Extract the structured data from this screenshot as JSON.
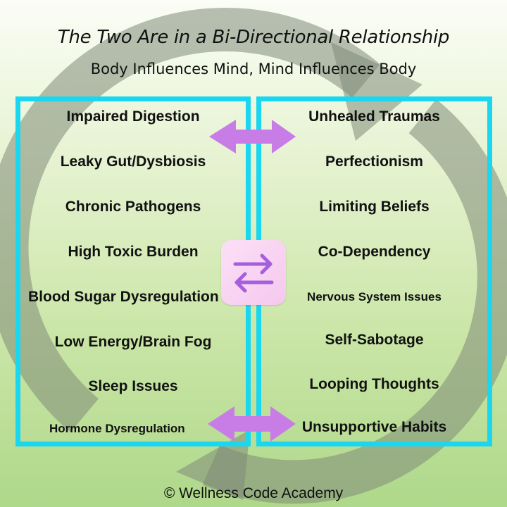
{
  "title": "The Two Are in a Bi-Directional Relationship",
  "subtitle": "Body Influences Mind, Mind Influences Body",
  "body_items": [
    "Impaired Digestion",
    "Leaky Gut/Dysbiosis",
    "Chronic Pathogens",
    "High Toxic Burden",
    "Blood Sugar Dysregulation",
    "Low Energy/Brain Fog",
    "Sleep Issues",
    "Hormone Dysregulation"
  ],
  "mind_items": [
    "Unhealed Traumas",
    "Perfectionism",
    "Limiting Beliefs",
    "Co-Dependency",
    "Nervous System Issues",
    "Self-Sabotage",
    "Looping Thoughts",
    "Unsupportive Habits"
  ],
  "credit": "© Wellness Code Academy",
  "colors": {
    "panel_border": "#19d7f0",
    "arrow": "#c77ce6",
    "cycle_arrow": "#8c8c8c",
    "swap_badge": "#f8d3f1",
    "swap_arrows": "#a55fdd"
  },
  "icons": [
    "cycle-arrow-icon",
    "double-arrow-icon",
    "swap-arrows-icon"
  ]
}
